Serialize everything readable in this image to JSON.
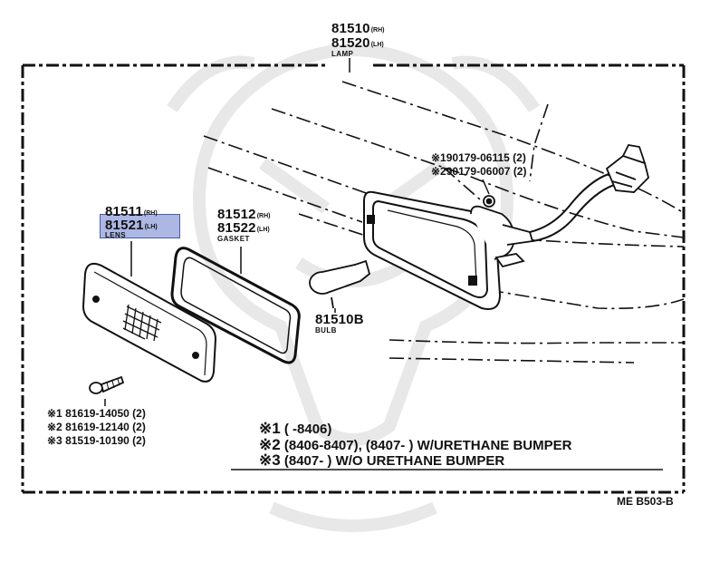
{
  "colors": {
    "ink": "#111111",
    "highlight": "#8090d6",
    "watermark": "#e6e6e6"
  },
  "lamp": {
    "parts": [
      {
        "number": "81510",
        "side": "(RH)"
      },
      {
        "number": "81520",
        "side": "(LH)"
      }
    ],
    "name": "LAMP"
  },
  "lens": {
    "parts": [
      {
        "number": "81511",
        "side": "(RH)"
      },
      {
        "number": "81521",
        "side": "(LH)"
      }
    ],
    "name": "LENS"
  },
  "gasket": {
    "parts": [
      {
        "number": "81512",
        "side": "(RH)"
      },
      {
        "number": "81522",
        "side": "(LH)"
      }
    ],
    "name": "GASKET"
  },
  "bulb": {
    "number": "81510B",
    "name": "BULB"
  },
  "nuts": [
    {
      "mark": "※1",
      "number": "90179-06115",
      "qty": "(2)"
    },
    {
      "mark": "※2",
      "number": "90179-06007",
      "qty": "(2)"
    }
  ],
  "screws": [
    {
      "mark": "※1",
      "number": "81619-14050",
      "qty": "(2)"
    },
    {
      "mark": "※2",
      "number": "81619-12140",
      "qty": "(2)"
    },
    {
      "mark": "※3",
      "number": "81519-10190",
      "qty": "(2)"
    }
  ],
  "notes": [
    {
      "mark": "※1",
      "text": "(      -8406)"
    },
    {
      "mark": "※2",
      "text": "(8406-8407), (8407-        ) W/URETHANE BUMPER"
    },
    {
      "mark": "※3",
      "text": "(8407-        ) W/O URETHANE BUMPER"
    }
  ],
  "diagram_code": "ME B503-B"
}
